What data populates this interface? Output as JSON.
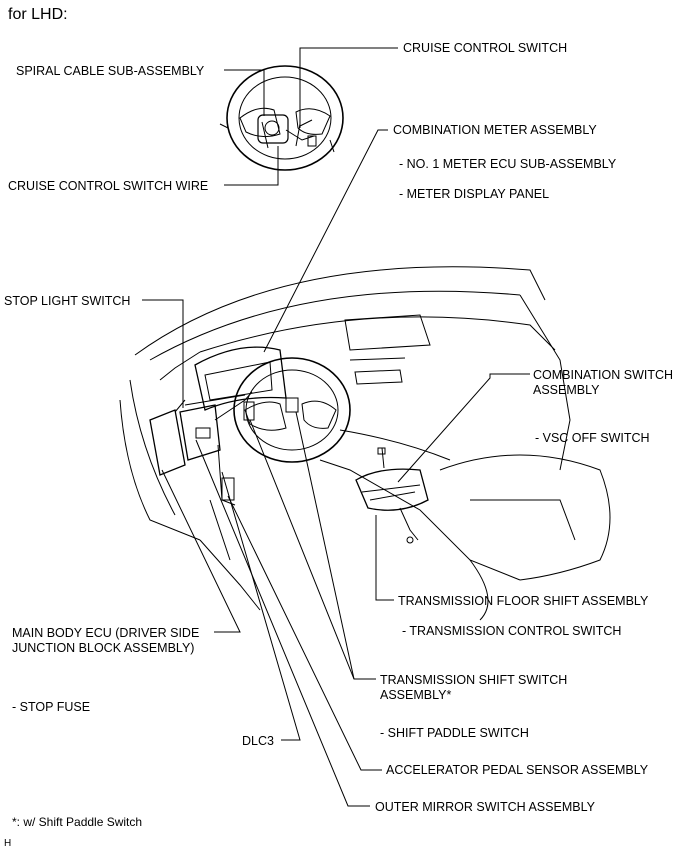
{
  "heading": "for LHD:",
  "labels": {
    "spiral_cable": "SPIRAL CABLE SUB-ASSEMBLY",
    "cruise_control_switch": "CRUISE CONTROL SWITCH",
    "cruise_control_switch_wire": "CRUISE CONTROL SWITCH WIRE",
    "combination_meter": "COMBINATION METER ASSEMBLY",
    "meter_ecu": "- NO. 1 METER ECU SUB-ASSEMBLY",
    "meter_display": "- METER DISPLAY PANEL",
    "stop_light_switch": "STOP LIGHT SWITCH",
    "combination_switch": "COMBINATION SWITCH ASSEMBLY",
    "vsc_off": "- VSC OFF SWITCH",
    "floor_shift": "TRANSMISSION FLOOR SHIFT ASSEMBLY",
    "transmission_control_switch": "- TRANSMISSION CONTROL SWITCH",
    "main_body_ecu": "MAIN BODY ECU (DRIVER SIDE JUNCTION BLOCK ASSEMBLY)",
    "stop_fuse": "- STOP FUSE",
    "shift_switch": "TRANSMISSION SHIFT SWITCH ASSEMBLY*",
    "shift_paddle": "- SHIFT PADDLE SWITCH",
    "dlc3": "DLC3",
    "accelerator": "ACCELERATOR PEDAL SENSOR ASSEMBLY",
    "outer_mirror": "OUTER MIRROR SWITCH ASSEMBLY"
  },
  "footnote": "*: w/ Shift Paddle Switch",
  "corner_mark": "H"
}
